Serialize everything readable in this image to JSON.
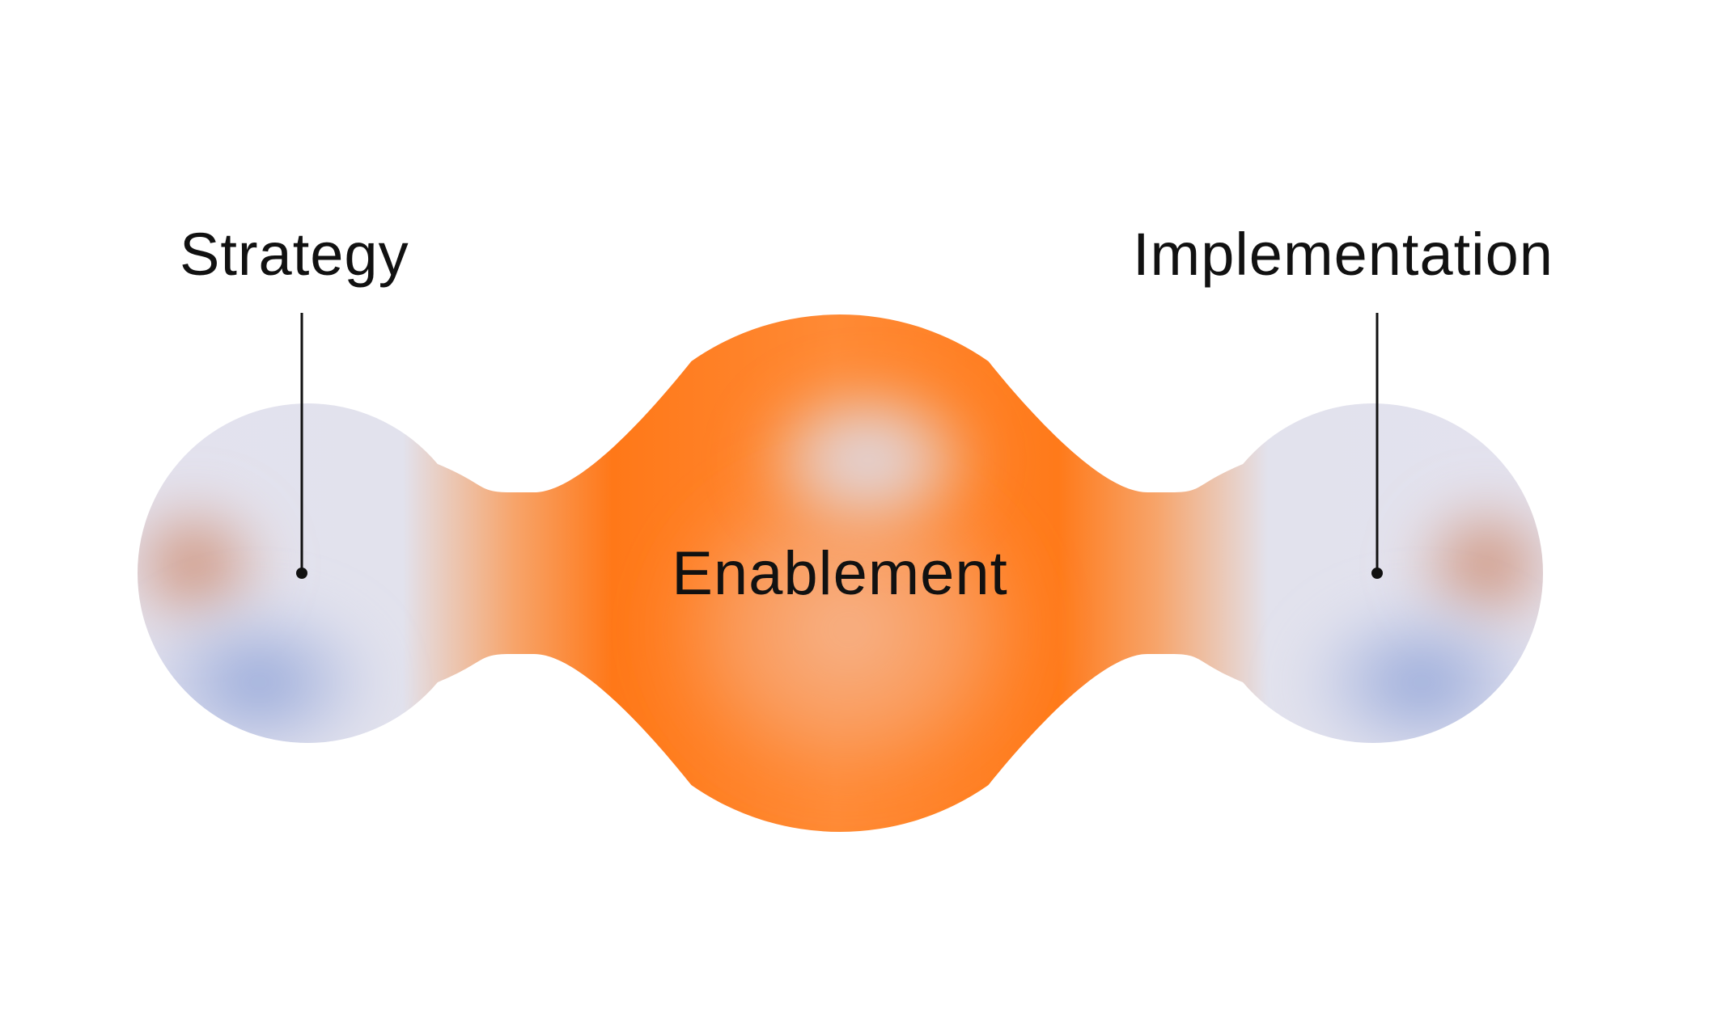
{
  "diagram": {
    "left_label": "Strategy",
    "center_label": "Enablement",
    "right_label": "Implementation"
  },
  "colors": {
    "background": "#ffffff",
    "core_orange": "#ff7a1a",
    "soft_orange": "#f8a46b",
    "lavender": "#e3e3ee",
    "periwinkle": "#8fa3d8",
    "clay": "#c9805e",
    "text": "#111111"
  }
}
